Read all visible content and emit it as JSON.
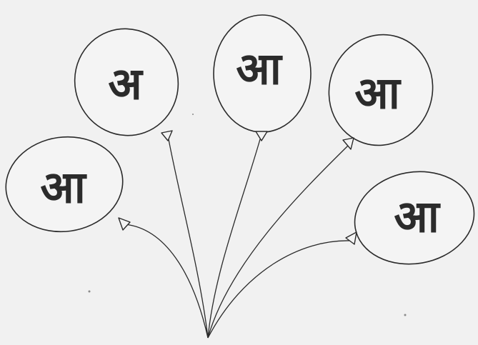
{
  "balloons": [
    {
      "label": "आ"
    },
    {
      "label": "अ"
    },
    {
      "label": "आ"
    },
    {
      "label": "आ"
    },
    {
      "label": "आ"
    }
  ]
}
